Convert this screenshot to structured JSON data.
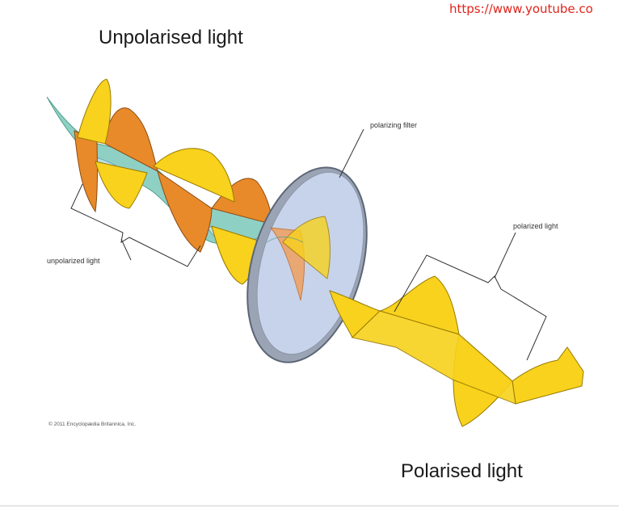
{
  "header": {
    "url": "https://www.youtube.co",
    "title_top": "Unpolarised light",
    "title_bottom": "Polarised light"
  },
  "diagram": {
    "labels": {
      "polarizing_filter": "polarizing filter",
      "polarized_light": "polarized light",
      "unpolarized_light": "unpolarized light"
    },
    "copyright": "© 2011 Encyclopædia Britannica, Inc."
  },
  "colors": {
    "url": "#e2231a",
    "wave_yellow": "#f8d21c",
    "wave_orange": "#e88a2a",
    "wave_teal": "#8fd0c4",
    "filter_rim": "#8a96a8",
    "filter_face": "#c7d3ea"
  }
}
